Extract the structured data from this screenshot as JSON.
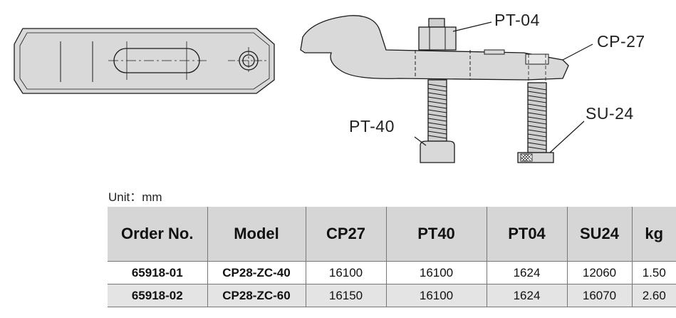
{
  "callouts": {
    "pt04": "PT-04",
    "cp27": "CP-27",
    "pt40": "PT-40",
    "su24": "SU-24"
  },
  "unit_label": "Unit：mm",
  "table": {
    "headers": [
      "Order No.",
      "Model",
      "CP27",
      "PT40",
      "PT04",
      "SU24",
      "kg"
    ],
    "rows": [
      [
        "65918-01",
        "CP28-ZC-40",
        "16100",
        "16100",
        "1624",
        "12060",
        "1.50"
      ],
      [
        "65918-02",
        "CP28-ZC-60",
        "16150",
        "16100",
        "1624",
        "16070",
        "2.60"
      ]
    ]
  },
  "colors": {
    "part_fill": "#d9d9d9",
    "outline": "#1a1a1a",
    "header_bg": "#d6d6d6",
    "row_alt_bg": "#e4e4e4"
  }
}
